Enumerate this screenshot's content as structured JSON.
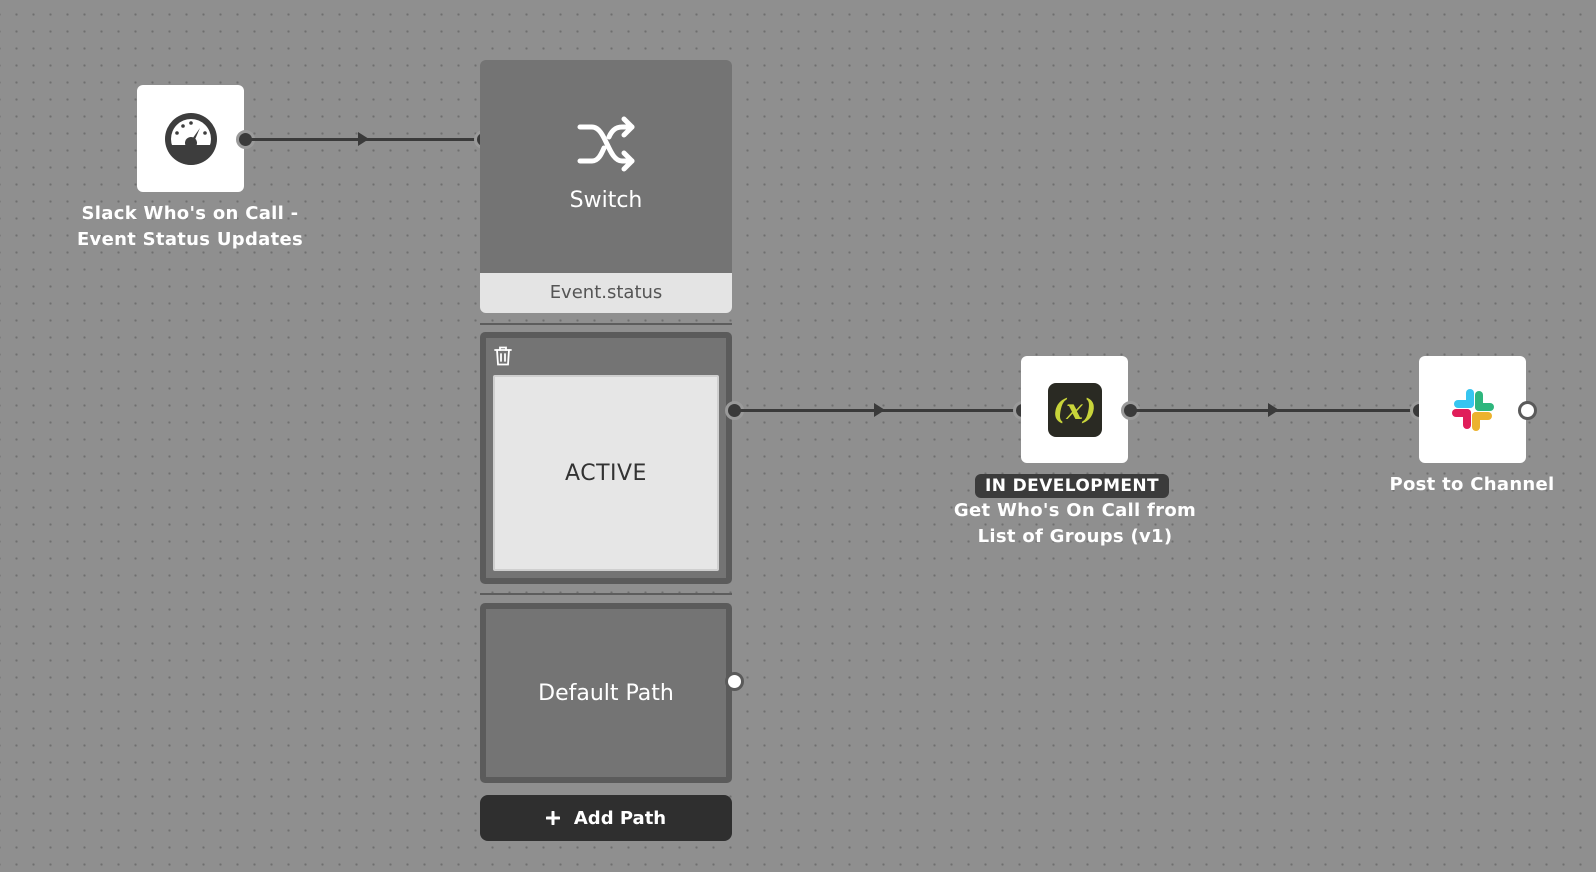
{
  "trigger_node": {
    "label_line1": "Slack Who's on Call -",
    "label_line2": "Event Status Updates",
    "icon": "speedometer-icon"
  },
  "switch_node": {
    "title": "Switch",
    "icon": "shuffle-icon",
    "expression": "Event.status",
    "paths": [
      {
        "label": "ACTIVE",
        "delete_icon": "trash-icon"
      },
      {
        "label": "Default Path"
      }
    ],
    "add_path_label": "Add Path",
    "add_path_icon": "plus-icon"
  },
  "function_node": {
    "badge": "IN DEVELOPMENT",
    "label_line1": "Get Who's On Call from",
    "label_line2": "List of Groups (v1)",
    "icon": "function-x-icon",
    "icon_text": "(x)"
  },
  "slack_node": {
    "label": "Post to Channel",
    "icon": "slack-logo-icon",
    "colors": {
      "blue": "#36C5F0",
      "green": "#2EB67D",
      "yellow": "#ECB22E",
      "red": "#E01E5A"
    }
  }
}
